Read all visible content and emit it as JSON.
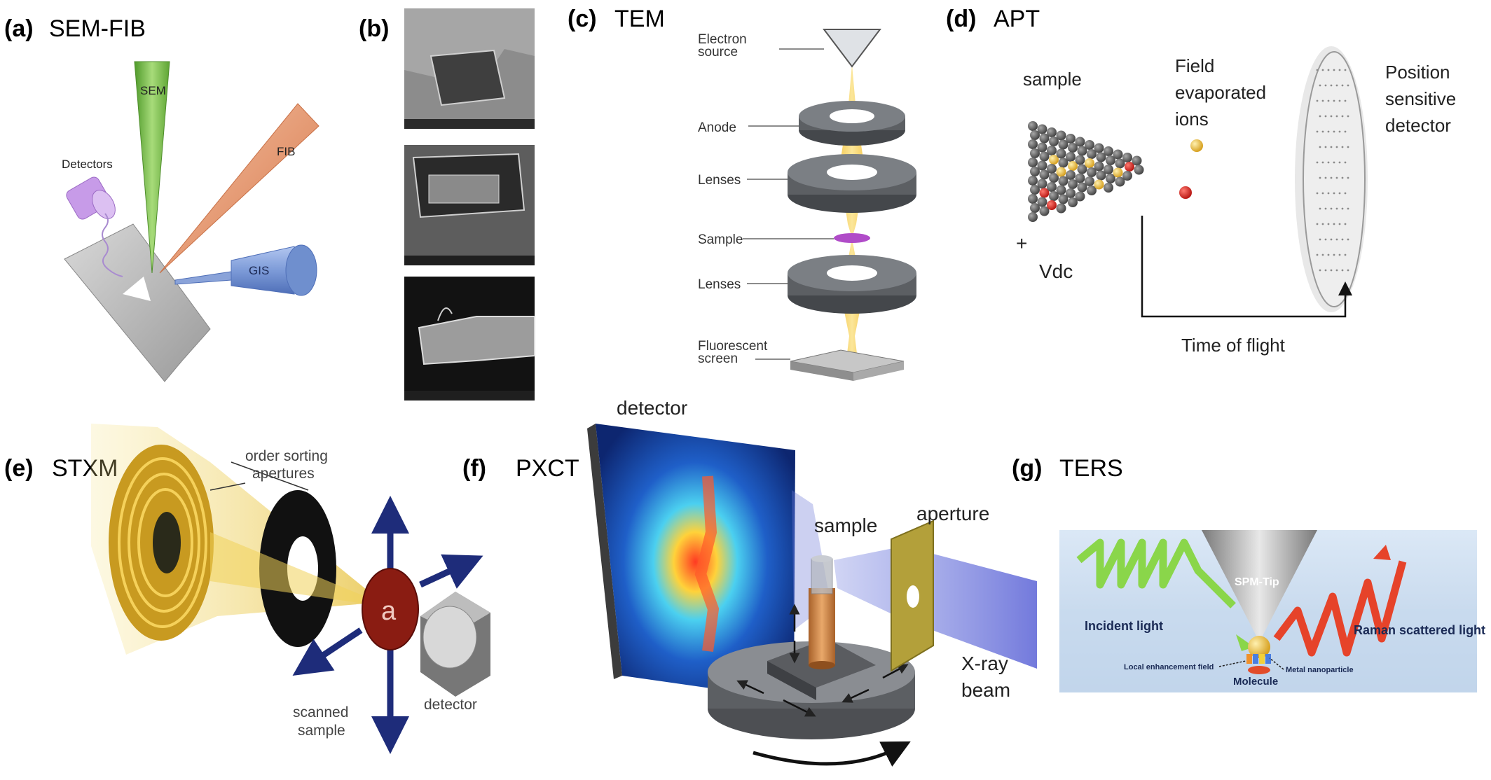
{
  "panels": {
    "a": {
      "letter": "(a)",
      "name": "SEM-FIB",
      "labels": {
        "sem": "SEM",
        "fib": "FIB",
        "detectors": "Detectors",
        "gis": "GIS"
      }
    },
    "b": {
      "letter": "(b)"
    },
    "c": {
      "letter": "(c)",
      "name": "TEM",
      "labels": {
        "source_1": "Electron",
        "source_2": "source",
        "anode": "Anode",
        "lenses_top": "Lenses",
        "sample": "Sample",
        "lenses_bottom": "Lenses",
        "screen_1": "Fluorescent",
        "screen_2": "screen"
      }
    },
    "d": {
      "letter": "(d)",
      "name": "APT",
      "labels": {
        "sample": "sample",
        "field_1": "Field",
        "field_2": "evaporated",
        "field_3": "ions",
        "psd_1": "Position",
        "psd_2": "sensitive",
        "psd_3": "detector",
        "plus": "+",
        "vdc": "Vdc",
        "tof": "Time of flight"
      }
    },
    "e": {
      "letter": "(e)",
      "name": "STXM",
      "labels": {
        "osa_1": "order sorting",
        "osa_2": "apertures",
        "a": "a",
        "scanned_1": "scanned",
        "scanned_2": "sample",
        "detector": "detector"
      }
    },
    "f": {
      "letter": "(f)",
      "name": "PXCT",
      "labels": {
        "detector": "detector",
        "sample": "sample",
        "aperture": "aperture",
        "xray_1": "X-ray",
        "xray_2": "beam"
      }
    },
    "g": {
      "letter": "(g)",
      "name": "TERS",
      "labels": {
        "tip": "SPM-Tip",
        "incident": "Incident light",
        "raman": "Raman scattered light",
        "field": "Local enhancement field",
        "molecule": "Molecule",
        "np": "Metal nanoparticle"
      }
    }
  },
  "colors": {
    "sem_beam": "#7fbf4d",
    "fib_beam": "#e8956a",
    "detector_purple": "#c79be8",
    "gis_blue": "#7d9bd8",
    "beam_yellow": "#f7d35c",
    "lens_gray": "#5c5f63",
    "sample_magenta": "#b04cc8",
    "atom_gray": "#6b6b6b",
    "atom_yellow": "#f2b417",
    "atom_red": "#d8211c",
    "gold": "#d4a83a",
    "arrow_navy": "#1e2c7a",
    "xray_blue": "#6e78d8",
    "copper": "#c98548",
    "ters_bg": "#cfe0f1",
    "green_wave": "#8ad64a",
    "red_wave": "#e6432a"
  }
}
